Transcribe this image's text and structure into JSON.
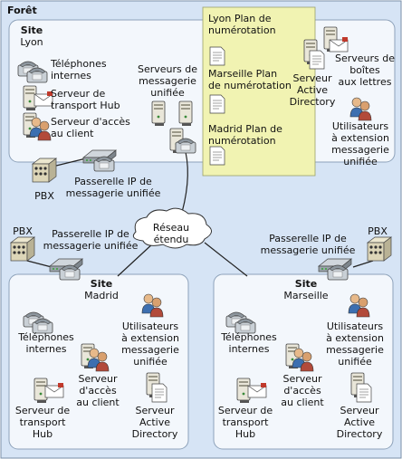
{
  "forest": {
    "label": "Forêt"
  },
  "lyon": {
    "site_label": "Site",
    "site_name": "Lyon",
    "phones_label": "Téléphones\ninternes",
    "hub_label": "Serveur de\ntransport Hub",
    "cas_label": "Serveur d'accès\nau client",
    "um_servers_label": "Serveurs de\nmessagerie\nunifiée",
    "ad_label": "Serveur\nActive\nDirectory",
    "mailbox_label": "Serveurs de\nboîtes\naux lettres",
    "users_label": "Utilisateurs\nà extension\nmessagerie\nunifiée",
    "pbx_label": "PBX",
    "gateway_label": "Passerelle IP de\nmessagerie unifiée"
  },
  "dialplans": {
    "lyon": "Lyon Plan de\nnumérotation",
    "marseille": "Marseille Plan\nde numérotation",
    "madrid": "Madrid Plan de\nnumérotation"
  },
  "wan": {
    "label": "Réseau étendu"
  },
  "madrid": {
    "pbx_label": "PBX",
    "gateway_label": "Passerelle IP de\nmessagerie unifiée",
    "site_label": "Site",
    "site_name": "Madrid",
    "phones_label": "Téléphones\ninternes",
    "users_label": "Utilisateurs\nà extension\nmessagerie\nunifiée",
    "cas_label": "Serveur\nd'accès\nau client",
    "hub_label": "Serveur de\ntransport\nHub",
    "ad_label": "Serveur\nActive\nDirectory"
  },
  "marseille": {
    "pbx_label": "PBX",
    "gateway_label": "Passerelle IP de\nmessagerie unifiée",
    "site_label": "Site",
    "site_name": "Marseille",
    "phones_label": "Téléphones\ninternes",
    "users_label": "Utilisateurs\nà extension\nmessagerie\nunifiée",
    "cas_label": "Serveur\nd'accès\nau client",
    "hub_label": "Serveur de\ntransport\nHub",
    "ad_label": "Serveur\nActive\nDirectory"
  },
  "colors": {
    "forest_bg": "#d6e4f5",
    "site_bg": "#f3f7fc",
    "dialplan_bg": "#f1f3b2",
    "border": "#7a8fa8"
  }
}
